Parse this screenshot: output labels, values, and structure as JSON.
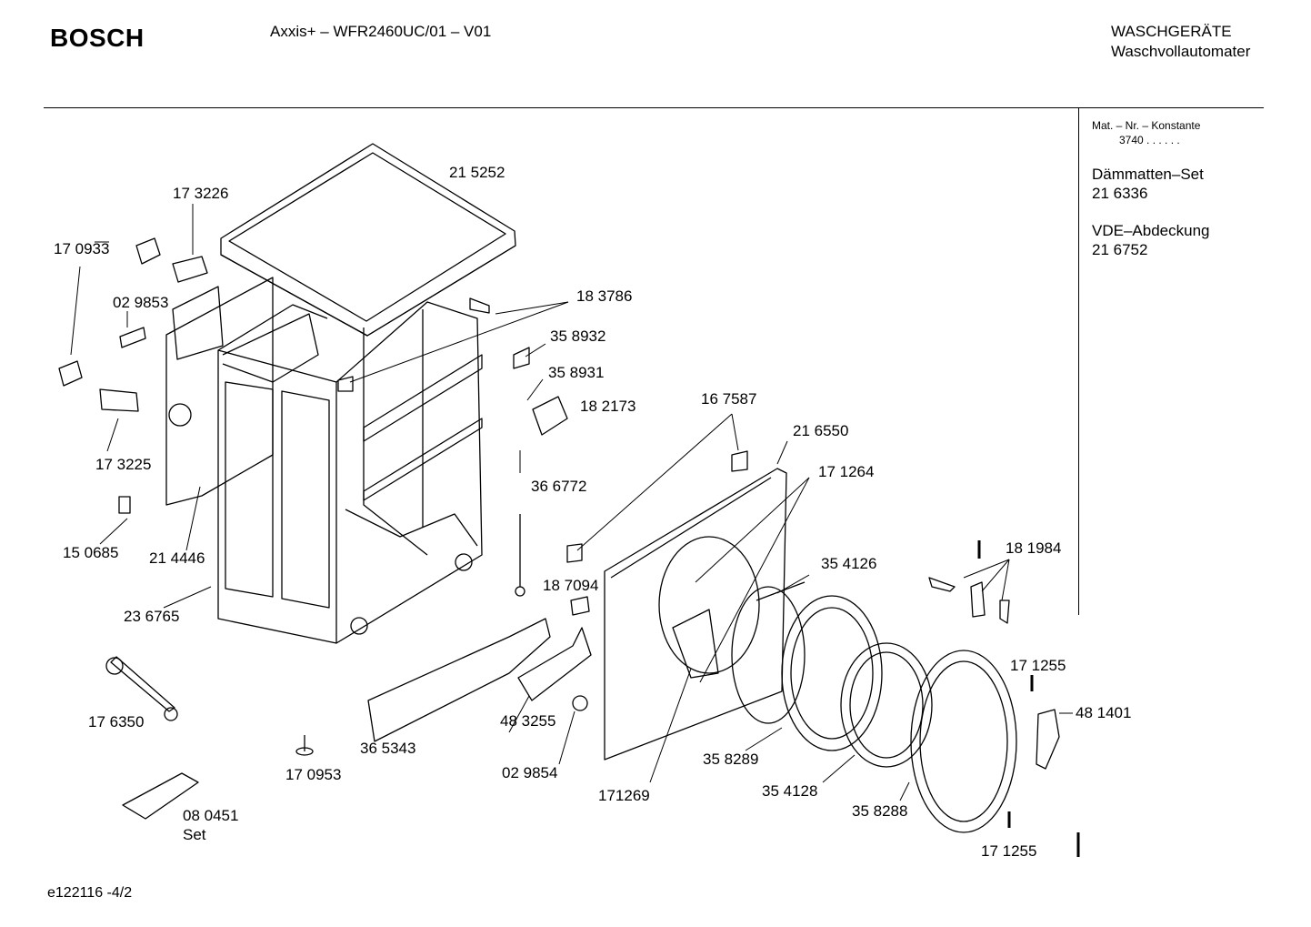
{
  "header": {
    "brand": "BOSCH",
    "model": "Axxis+ – WFR2460UC/01 – V01",
    "category": "WASCHGERÄTE",
    "subcategory": "Waschvollautomater"
  },
  "sidebar": {
    "mat_label": "Mat. – Nr. – Konstante",
    "mat_value": "3740 . . . . . .",
    "items": [
      {
        "name": "Dämmatten–Set",
        "number": "21 6336"
      },
      {
        "name": "VDE–Abdeckung",
        "number": "21 6752"
      }
    ]
  },
  "parts": [
    "21 5252",
    "17 3226",
    "17 0933",
    "02 9853",
    "18 3786",
    "35 8932",
    "35 8931",
    "18 2173",
    "17 3225",
    "36 6772",
    "16 7587",
    "21 6550",
    "17 1264",
    "15 0685",
    "21 4446",
    "23 6765",
    "18 7094",
    "35 4126",
    "18 1984",
    "17 1255",
    "48 1401",
    "17 6350",
    "36 5343",
    "48 3255",
    "17 0953",
    "02 9854",
    "171269",
    "35 8289",
    "35 4128",
    "35 8288",
    "17 1255",
    "08 0451",
    "Set"
  ],
  "footer": {
    "code": "e122116 -4/2"
  }
}
